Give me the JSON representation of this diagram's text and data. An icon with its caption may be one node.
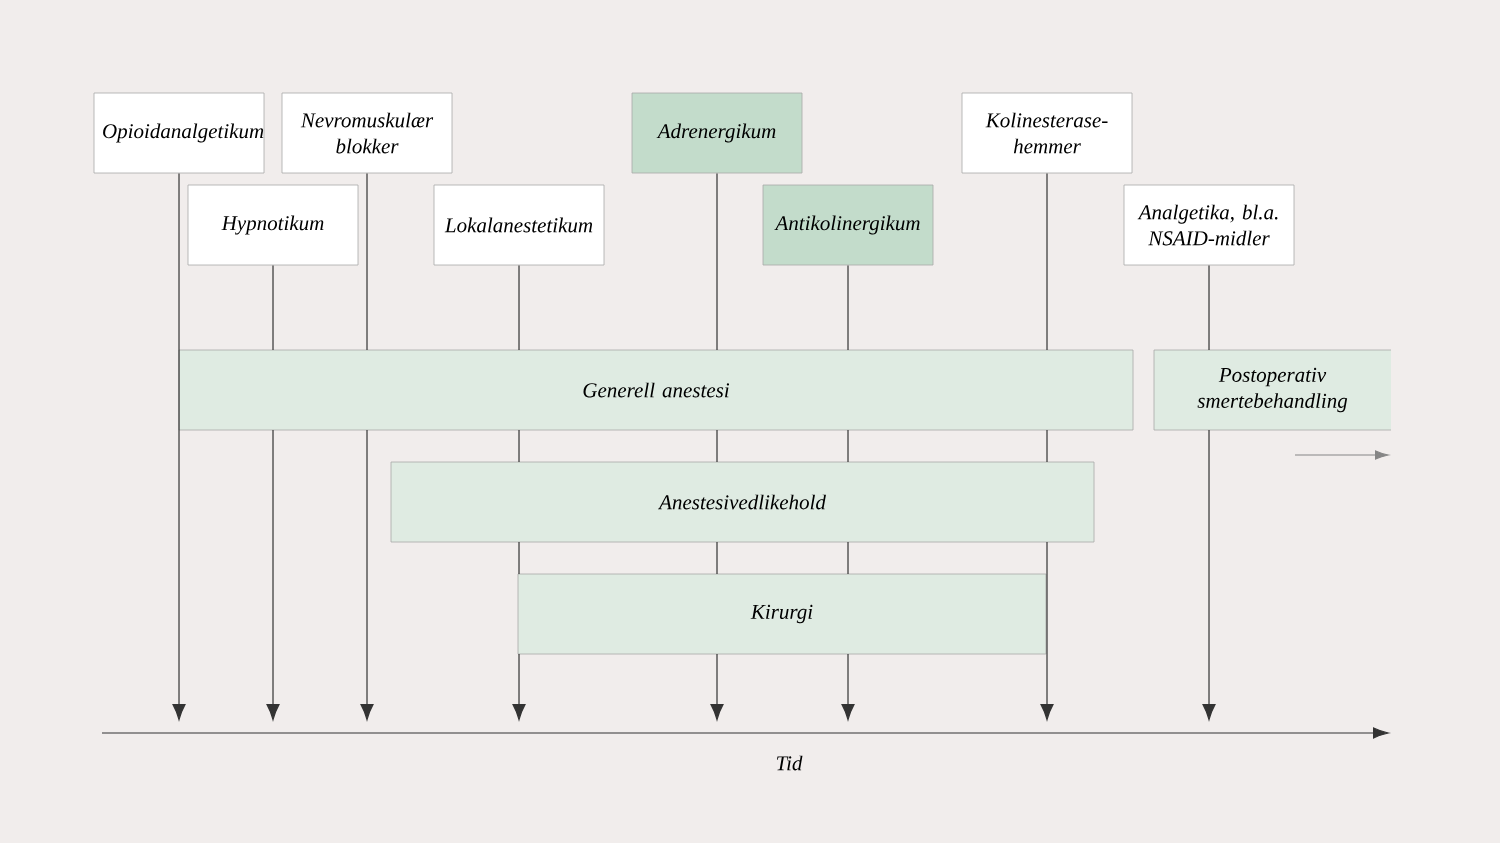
{
  "diagram": {
    "nodes": [
      {
        "text": [
          "Opioidanalgetikum"
        ]
      },
      {
        "text": [
          "Hypnotikum"
        ]
      },
      {
        "text": [
          "Nevromuskulær blokker"
        ]
      },
      {
        "text": [
          "Lokalanestetikum"
        ]
      },
      {
        "text": [
          "Adrenergikum"
        ]
      },
      {
        "text": [
          "Antikolinergikum"
        ]
      },
      {
        "text": [
          "Kolinesterase-hemmer"
        ]
      },
      {
        "text": [
          "Analgetika, bl.a. NSAID-midler"
        ]
      },
      {
        "text": [
          "Generell anestesi"
        ]
      },
      {
        "text": [
          "Postoperativ smertebehandling"
        ]
      },
      {
        "text": [
          "Anestesivedlikehold"
        ]
      },
      {
        "text": [
          "Kirurgi"
        ]
      }
    ],
    "edges": [
      {
        "from": 0,
        "to": null,
        "arrow": "to"
      },
      {
        "from": 1,
        "to": null,
        "arrow": "to"
      },
      {
        "from": 2,
        "to": null,
        "arrow": "to"
      },
      {
        "from": 3,
        "to": null,
        "arrow": "to"
      },
      {
        "from": 4,
        "to": null,
        "arrow": "to"
      },
      {
        "from": 5,
        "to": null,
        "arrow": "to"
      },
      {
        "from": 6,
        "to": null,
        "arrow": "to"
      },
      {
        "from": 7,
        "to": null,
        "arrow": "to"
      }
    ],
    "labels": [
      "Tid"
    ]
  }
}
